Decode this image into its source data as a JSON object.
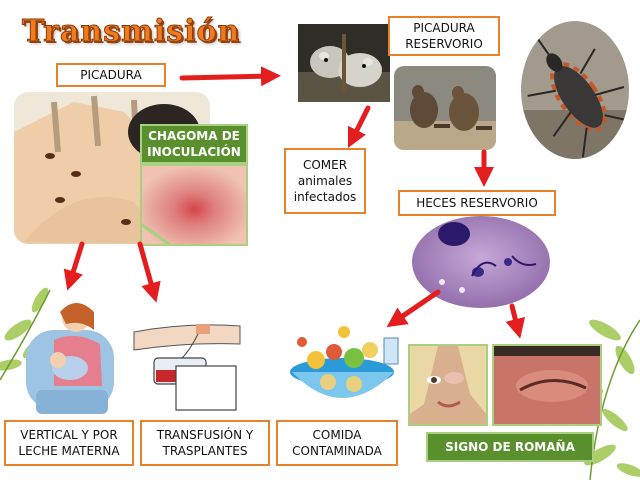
{
  "title": "Transmisión",
  "labels": {
    "picadura": "PICADURA",
    "picadura_reservorio_1": "PICADURA",
    "picadura_reservorio_2": "RESERVORIO",
    "chagoma_1": "CHAGOMA DE",
    "chagoma_2": "INOCULACIÓN",
    "comer_1": "COMER",
    "comer_2": "animales",
    "comer_3": "infectados",
    "heces_reservorio": "HECES RESERVORIO",
    "vertical_1": "VERTICAL Y POR",
    "vertical_2": "LECHE MATERNA",
    "transfusion_1": "TRANSFUSIÓN Y",
    "transfusion_2": "TRASPLANTES",
    "comida_1": "COMIDA",
    "comida_2": "CONTAMINADA",
    "romana": "SIGNO DE ROMAÑA"
  },
  "colors": {
    "title": "#f07a1e",
    "box_border": "#e8822a",
    "arrow": "#e41e1e",
    "green_box": "#5a8f2e"
  },
  "icons": [
    "opossum-photo",
    "kangaroo-photo",
    "triatomine-bug-photo",
    "bitten-arm-photo",
    "chagoma-skin-photo",
    "microscope-parasite-photo",
    "mother-breastfeeding-drawing",
    "blood-transfusion-drawing",
    "contaminated-food-drawing",
    "swollen-eye-photo",
    "eye-close-up-photo",
    "green-leaf-decoration"
  ]
}
